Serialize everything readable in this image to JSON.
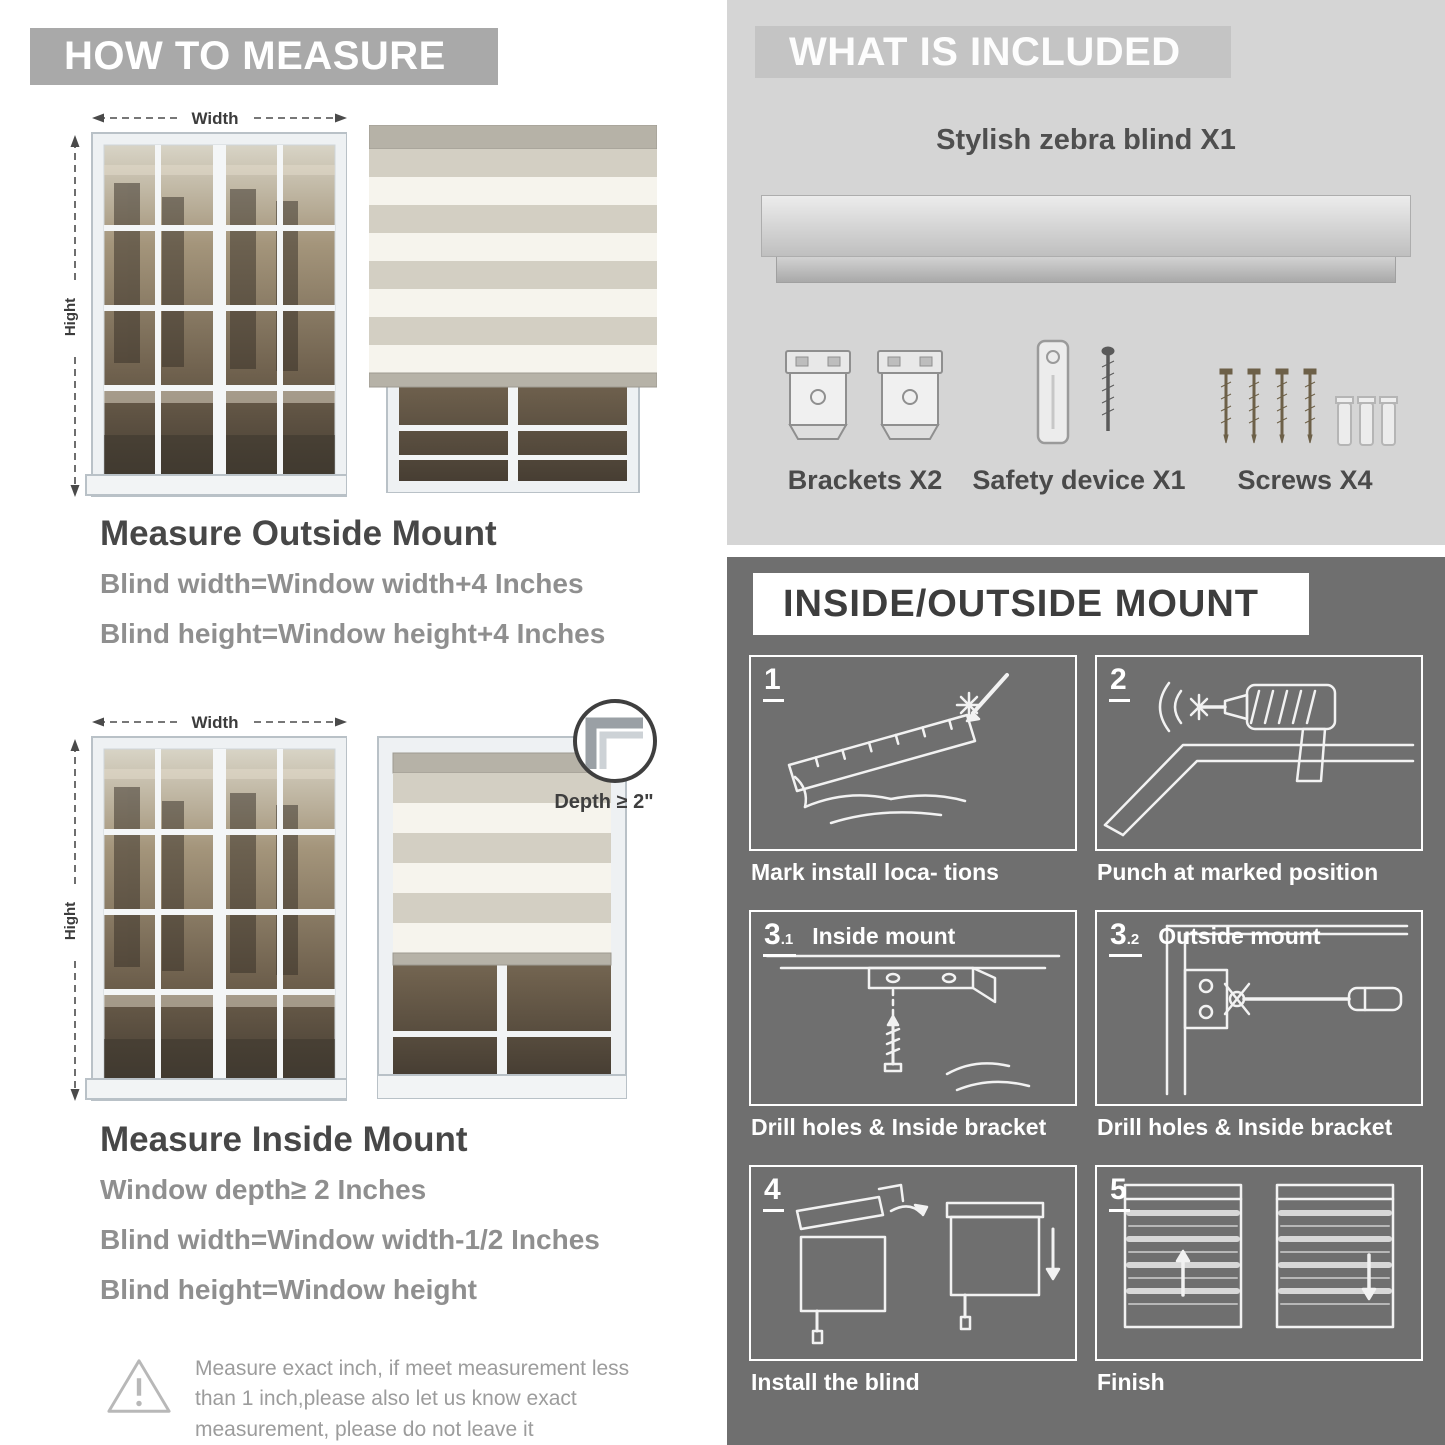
{
  "measure": {
    "header": "HOW TO MEASURE",
    "outside": {
      "width_label": "Width",
      "height_label": "Hight",
      "heading": "Measure Outside Mount",
      "lines": [
        "Blind width=Window width+4 Inches",
        "Blind height=Window height+4 Inches"
      ]
    },
    "inside": {
      "width_label": "Width",
      "height_label": "Hight",
      "depth_callout": "Depth ≥ 2\"",
      "heading": "Measure Inside Mount",
      "lines": [
        "Window depth≥ 2 Inches",
        "Blind width=Window width-1/2 Inches",
        "Blind height=Window height"
      ]
    },
    "warning_text": "Measure exact inch, if meet measurement less than 1 inch,please also let us know exact measurement, please do not leave it"
  },
  "included": {
    "header": "WHAT IS INCLUDED",
    "blind_label": "Stylish zebra blind X1",
    "items": [
      {
        "name": "brackets",
        "label": "Brackets X2"
      },
      {
        "name": "safety-device",
        "label": "Safety device X1"
      },
      {
        "name": "screws",
        "label": "Screws X4"
      }
    ]
  },
  "mount": {
    "header": "INSIDE/OUTSIDE MOUNT",
    "steps": [
      {
        "num": "1",
        "caption": "Mark install loca- tions"
      },
      {
        "num": "2",
        "caption": "Punch at  marked position"
      },
      {
        "num": "3",
        "sub": ".1",
        "title": "Inside mount",
        "caption": "Drill holes &  Inside bracket"
      },
      {
        "num": "3",
        "sub": ".2",
        "title": "Outside mount",
        "caption": "Drill holes &  Inside bracket"
      },
      {
        "num": "4",
        "caption": "Install the blind"
      },
      {
        "num": "5",
        "caption": "Finish"
      }
    ]
  },
  "colors": {
    "banner_gray": "#a9a9a9",
    "panel_light": "#d5d5d5",
    "panel_dark": "#6f6f6f",
    "heading_text": "#474747",
    "body_text": "#8f8f8f"
  }
}
